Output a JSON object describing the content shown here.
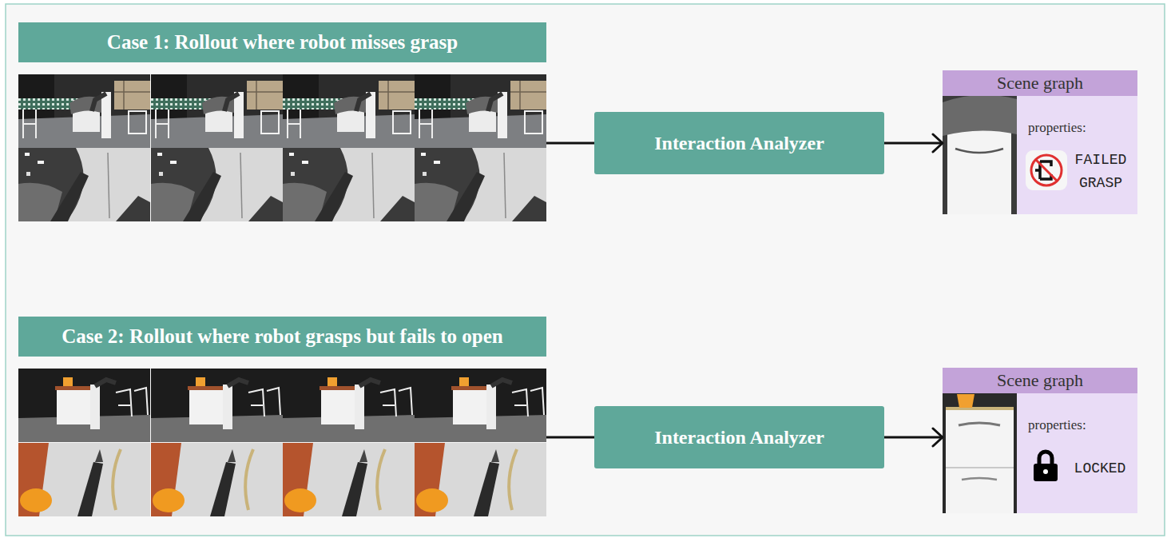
{
  "diagram": {
    "nodes": [
      {
        "text": [
          "Case 1: Rollout where robot misses grasp"
        ]
      },
      {
        "text": [
          "Interaction Analyzer"
        ]
      },
      {
        "text": [
          "Scene graph",
          "properties:",
          "FAILED GRASP"
        ]
      },
      {
        "text": [
          "Case 2: Rollout where robot grasps but fails to open"
        ]
      },
      {
        "text": [
          "Interaction Analyzer"
        ]
      },
      {
        "text": [
          "Scene graph",
          "properties:",
          "LOCKED"
        ]
      }
    ],
    "edges": [
      {
        "from": 1,
        "to": 2,
        "arrow": "to"
      },
      {
        "from": 4,
        "to": 5,
        "arrow": "to"
      }
    ]
  }
}
